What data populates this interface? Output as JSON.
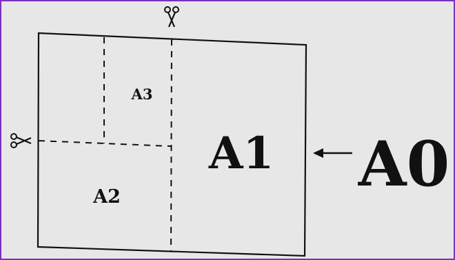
{
  "labels": {
    "a0": "A0",
    "a1": "A1",
    "a2": "A2",
    "a3": "A3"
  },
  "icons": {
    "top_cut": "scissors-icon",
    "left_cut": "scissors-icon",
    "arrow": "left-arrow-icon"
  },
  "colors": {
    "border": "#7b2fbf",
    "background": "#e7e7e7",
    "ink": "#111111"
  }
}
